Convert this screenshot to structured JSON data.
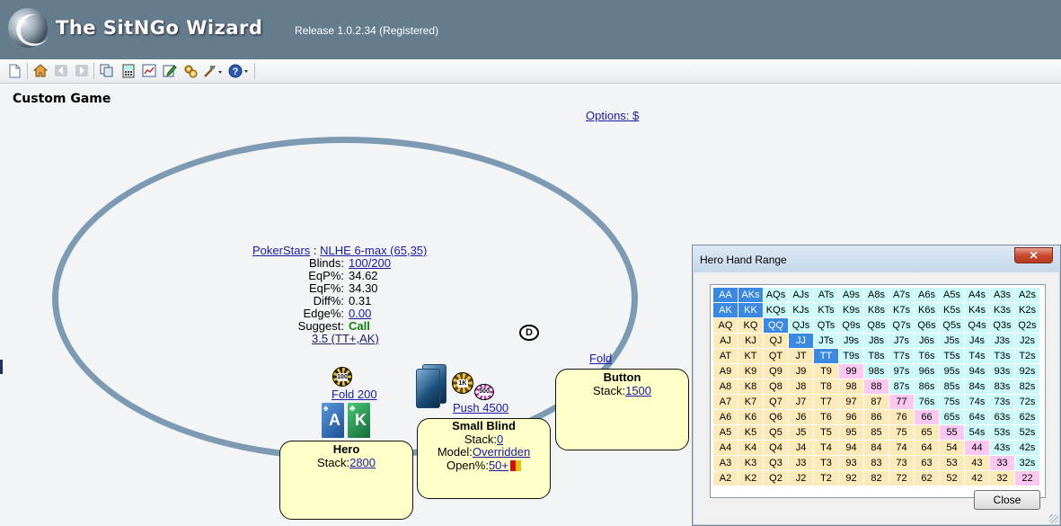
{
  "app": {
    "title": "The SitNGo Wizard",
    "release": "Release 1.0.2.34 (Registered)"
  },
  "toolbar": {
    "icons": [
      "new-icon",
      "home-icon",
      "back-icon",
      "forward-icon",
      "copy-icon",
      "calculator-icon",
      "chart-icon",
      "edit-icon",
      "settings-icon",
      "tools-icon",
      "help-icon"
    ]
  },
  "page": {
    "title": "Custom Game",
    "options_label": "Options: $"
  },
  "game_info": {
    "site": "PokerStars",
    "separator": " : ",
    "game": "NLHE 6-max (65,35)",
    "labels": {
      "blinds": "Blinds:",
      "eqp": "EqP%:",
      "eqf": "EqF%:",
      "diff": "Diff%:",
      "edge": "Edge%:",
      "suggest": "Suggest:"
    },
    "blinds": "100/200",
    "eqp": "34.62",
    "eqf": "34.30",
    "diff": "0.31",
    "edge": "0.00",
    "suggest": "Call",
    "range": "3.5 (TT+,AK)"
  },
  "dealer_button": "D",
  "seats": {
    "hero": {
      "name": "Hero",
      "stack_label": "Stack:",
      "stack": "2800",
      "action": "Fold 200",
      "chip": "100",
      "cards": [
        {
          "rank": "A",
          "suit": "♠"
        },
        {
          "rank": "K",
          "suit": "♣"
        }
      ]
    },
    "small_blind": {
      "name": "Small Blind",
      "stack_label": "Stack:",
      "stack": "0",
      "model_label": "Model:",
      "model": "Overridden",
      "open_label": "Open%:",
      "open": "50+",
      "action": "Push 4500",
      "chip1": "1K",
      "chip2": "500"
    },
    "button": {
      "name": "Button",
      "stack_label": "Stack:",
      "stack": "1500",
      "action": "Fold"
    }
  },
  "dialog": {
    "title": "Hero Hand Range",
    "close_x": "✕",
    "close_button": "Close",
    "grid": [
      [
        "AA",
        "AKs",
        "AQs",
        "AJs",
        "ATs",
        "A9s",
        "A8s",
        "A7s",
        "A6s",
        "A5s",
        "A4s",
        "A3s",
        "A2s"
      ],
      [
        "AK",
        "KK",
        "KQs",
        "KJs",
        "KTs",
        "K9s",
        "K8s",
        "K7s",
        "K6s",
        "K5s",
        "K4s",
        "K3s",
        "K2s"
      ],
      [
        "AQ",
        "KQ",
        "QQ",
        "QJs",
        "QTs",
        "Q9s",
        "Q8s",
        "Q7s",
        "Q6s",
        "Q5s",
        "Q4s",
        "Q3s",
        "Q2s"
      ],
      [
        "AJ",
        "KJ",
        "QJ",
        "JJ",
        "JTs",
        "J9s",
        "J8s",
        "J7s",
        "J6s",
        "J5s",
        "J4s",
        "J3s",
        "J2s"
      ],
      [
        "AT",
        "KT",
        "QT",
        "JT",
        "TT",
        "T9s",
        "T8s",
        "T7s",
        "T6s",
        "T5s",
        "T4s",
        "T3s",
        "T2s"
      ],
      [
        "A9",
        "K9",
        "Q9",
        "J9",
        "T9",
        "99",
        "98s",
        "97s",
        "96s",
        "95s",
        "94s",
        "93s",
        "92s"
      ],
      [
        "A8",
        "K8",
        "Q8",
        "J8",
        "T8",
        "98",
        "88",
        "87s",
        "86s",
        "85s",
        "84s",
        "83s",
        "82s"
      ],
      [
        "A7",
        "K7",
        "Q7",
        "J7",
        "T7",
        "97",
        "87",
        "77",
        "76s",
        "75s",
        "74s",
        "73s",
        "72s"
      ],
      [
        "A6",
        "K6",
        "Q6",
        "J6",
        "T6",
        "96",
        "86",
        "76",
        "66",
        "65s",
        "64s",
        "63s",
        "62s"
      ],
      [
        "A5",
        "K5",
        "Q5",
        "J5",
        "T5",
        "95",
        "85",
        "75",
        "65",
        "55",
        "54s",
        "53s",
        "52s"
      ],
      [
        "A4",
        "K4",
        "Q4",
        "J4",
        "T4",
        "94",
        "84",
        "74",
        "64",
        "54",
        "44",
        "43s",
        "42s"
      ],
      [
        "A3",
        "K3",
        "Q3",
        "J3",
        "T3",
        "93",
        "83",
        "73",
        "63",
        "53",
        "43",
        "33",
        "32s"
      ],
      [
        "A2",
        "K2",
        "Q2",
        "J2",
        "T2",
        "92",
        "82",
        "72",
        "62",
        "52",
        "42",
        "32",
        "22"
      ]
    ],
    "selected": [
      "AA",
      "AKs",
      "AK",
      "KK",
      "QQ",
      "JJ",
      "TT"
    ]
  }
}
